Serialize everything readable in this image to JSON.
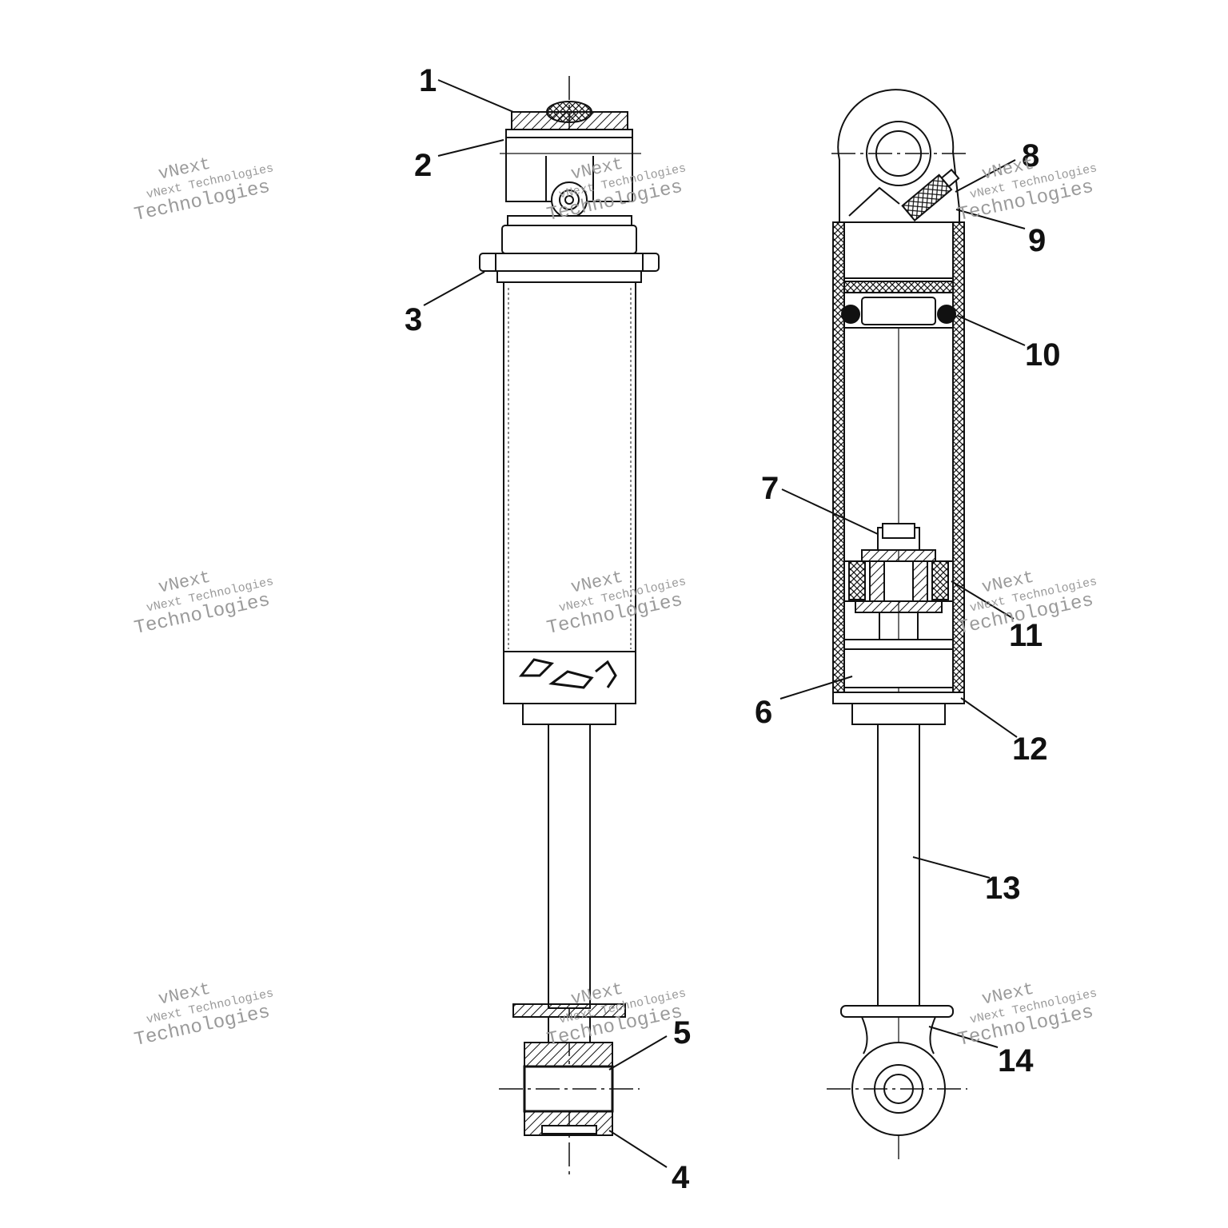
{
  "callouts": [
    "1",
    "2",
    "3",
    "4",
    "5",
    "6",
    "7",
    "8",
    "9",
    "10",
    "11",
    "12",
    "13",
    "14"
  ],
  "watermark": {
    "line1": "vNext",
    "line2": "vNext Technologies",
    "line3": "Technologies"
  },
  "colors": {
    "line": "#111111",
    "watermark": "#9a9a9a",
    "background": "#ffffff"
  }
}
